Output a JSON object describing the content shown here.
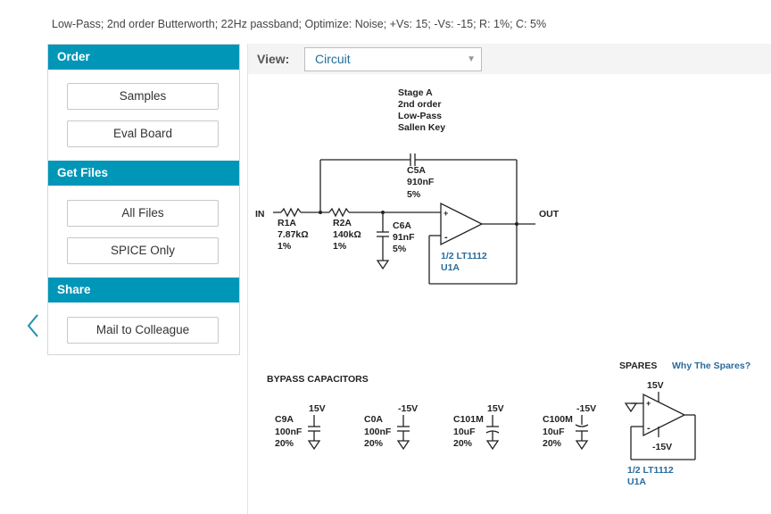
{
  "summary": "Low-Pass; 2nd order Butterworth; 22Hz passband; Optimize: Noise; +Vs: 15; -Vs: -15; R: 1%; C: 5%",
  "sidebar": {
    "order": {
      "title": "Order",
      "buttons": [
        "Samples",
        "Eval Board"
      ]
    },
    "files": {
      "title": "Get Files",
      "buttons": [
        "All Files",
        "SPICE Only"
      ]
    },
    "share": {
      "title": "Share",
      "buttons": [
        "Mail to Colleague"
      ]
    }
  },
  "view": {
    "label": "View:",
    "selected": "Circuit"
  },
  "circuit": {
    "stage": [
      "Stage A",
      "2nd order",
      "Low-Pass",
      "Sallen Key"
    ],
    "in_label": "IN",
    "out_label": "OUT",
    "r1": [
      "R1A",
      "7.87kΩ",
      "1%"
    ],
    "r2": [
      "R2A",
      "140kΩ",
      "1%"
    ],
    "c5": [
      "C5A",
      "910nF",
      "5%"
    ],
    "c6": [
      "C6A",
      "91nF",
      "5%"
    ],
    "opamp": [
      "1/2 LT1112",
      "U1A"
    ],
    "plus": "+",
    "minus": "-"
  },
  "bypass": {
    "title": "BYPASS CAPACITORS",
    "caps": [
      {
        "rail": "15V",
        "name": "C9A",
        "value": "100nF",
        "tol": "20%"
      },
      {
        "rail": "-15V",
        "name": "C0A",
        "value": "100nF",
        "tol": "20%"
      },
      {
        "rail": "15V",
        "name": "C101M",
        "value": "10uF",
        "tol": "20%"
      },
      {
        "rail": "-15V",
        "name": "C100M",
        "value": "10uF",
        "tol": "20%"
      }
    ]
  },
  "spares": {
    "title": "SPARES",
    "why": "Why The Spares?",
    "vpos": "15V",
    "vneg": "-15V",
    "opamp": [
      "1/2 LT1112",
      "U1A"
    ]
  },
  "colors": {
    "accent": "#0096b8",
    "link": "#2a6b9c"
  },
  "icons": {
    "back": "chevron-left-icon",
    "caret": "caret-down-icon"
  }
}
